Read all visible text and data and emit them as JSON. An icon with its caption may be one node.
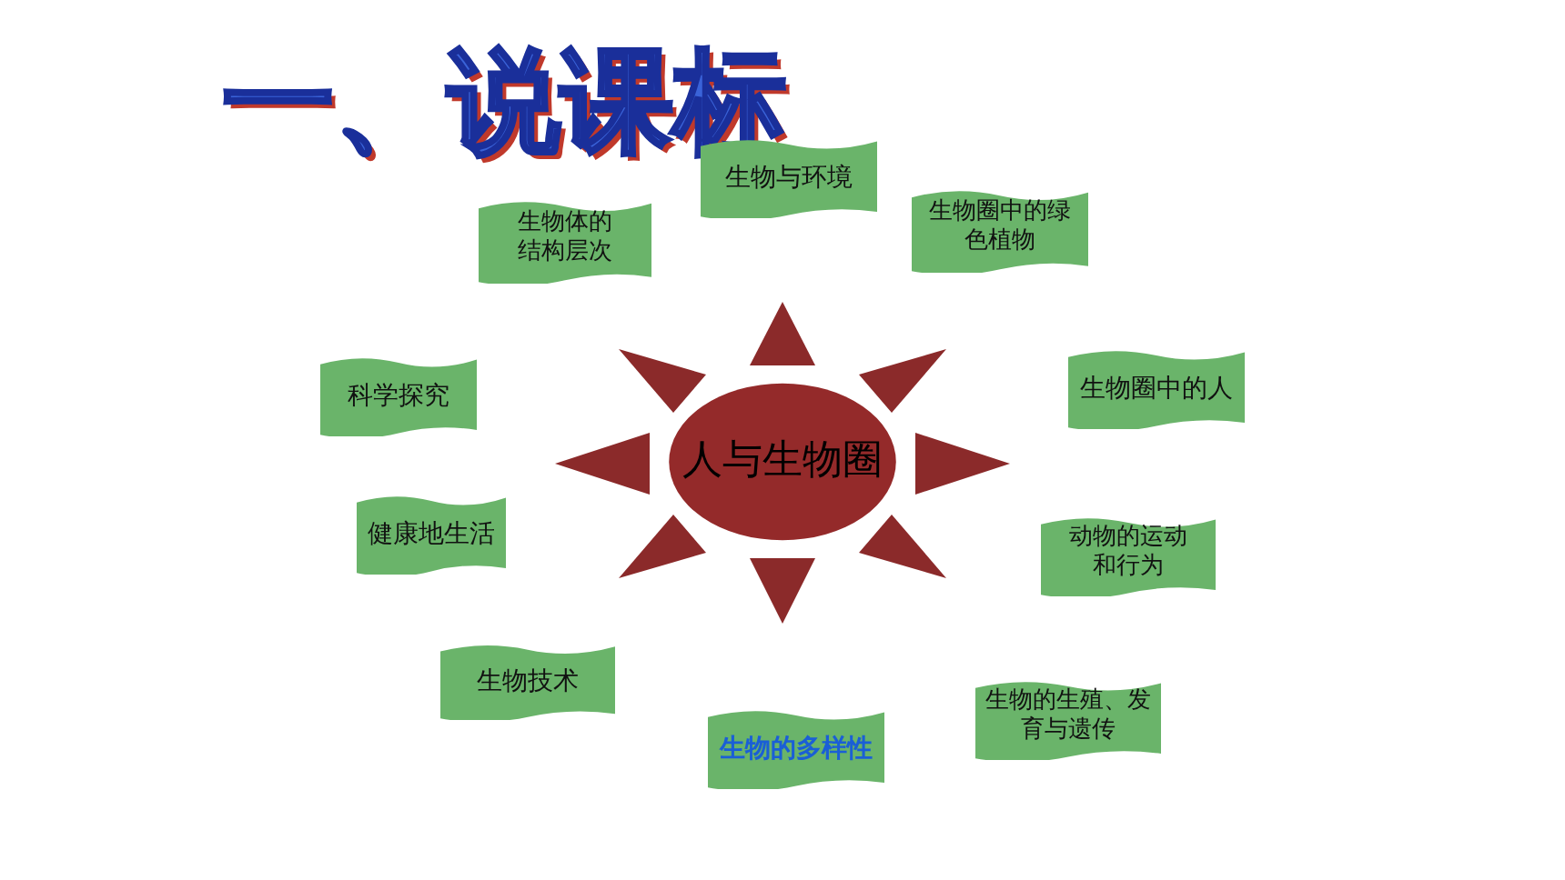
{
  "diagram": {
    "title": "一、说课标",
    "nodes": [
      {
        "text": [
          "人与生物圈"
        ]
      },
      {
        "text": [
          "生物与环境"
        ]
      },
      {
        "text": [
          "生物体的结构层次"
        ]
      },
      {
        "text": [
          "生物圈中的绿色植物"
        ]
      },
      {
        "text": [
          "科学探究"
        ]
      },
      {
        "text": [
          "生物圈中的人"
        ]
      },
      {
        "text": [
          "健康地生活"
        ]
      },
      {
        "text": [
          "动物的运动和行为"
        ]
      },
      {
        "text": [
          "生物技术"
        ]
      },
      {
        "text": [
          "生物的多样性"
        ]
      },
      {
        "text": [
          "生物的生殖、发育与遗传"
        ]
      }
    ],
    "edges": []
  }
}
